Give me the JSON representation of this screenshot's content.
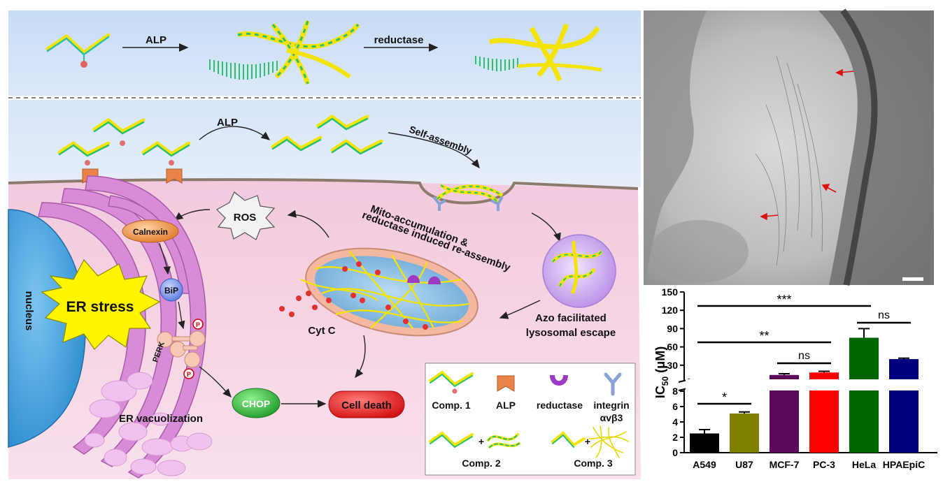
{
  "schematic": {
    "top_row": {
      "arrow1_label": "ALP",
      "arrow2_label": "reductase"
    },
    "cell": {
      "alp_label": "ALP",
      "self_assembly": "Self-assembly",
      "ros": "ROS",
      "mito_line1": "Mito-accumulation &",
      "mito_line2": "reductase induced re-assembly",
      "azo_line1": "Azo facilitated",
      "azo_line2": "lysosomal escape",
      "cyt_c": "Cyt C",
      "calnexin": "Calnexin",
      "bip": "BiP",
      "perk": "PERK",
      "p": "P",
      "er_stress": "ER stress",
      "nucleus": "nucleus",
      "chop": "CHOP",
      "cell_death": "Cell death",
      "er_vacuolization": "ER vacuolization"
    },
    "legend": {
      "comp1": "Comp. 1",
      "alp": "ALP",
      "reductase": "reductase",
      "integrin_line1": "integrin",
      "integrin_line2": "αvβ3",
      "comp2": "Comp. 2",
      "comp3": "Comp. 3",
      "plus": "+"
    }
  },
  "chart_data": {
    "type": "bar",
    "ylabel": "IC50 (μM)",
    "ylabel_main": "IC",
    "ylabel_sub": "50",
    "ylabel_unit": "(μM)",
    "categories": [
      "A549",
      "U87",
      "MCF-7",
      "PC-3",
      "HeLa",
      "HPAEpiC"
    ],
    "values": [
      2.5,
      5.1,
      14,
      18,
      75,
      40
    ],
    "errors": [
      0.5,
      0.2,
      2,
      2,
      15,
      1.5
    ],
    "colors": [
      "#000000",
      "#808000",
      "#5c0a5c",
      "#ff0000",
      "#006400",
      "#00007f"
    ],
    "broken_axis": {
      "lower_range": [
        0,
        8
      ],
      "upper_range": [
        8,
        150
      ]
    },
    "yticks_lower": [
      "0",
      "2",
      "4",
      "6",
      "8"
    ],
    "yticks_upper": [
      "30",
      "60",
      "90",
      "120",
      "150"
    ],
    "significance": [
      {
        "from": "A549",
        "to": "U87",
        "label": "*"
      },
      {
        "from": "A549",
        "to": "PC-3",
        "label": "**"
      },
      {
        "from": "MCF-7",
        "to": "PC-3",
        "label": "ns"
      },
      {
        "from": "A549",
        "to": "HeLa",
        "label": "***"
      },
      {
        "from": "HeLa",
        "to": "HPAEpiC",
        "label": "ns"
      }
    ]
  }
}
